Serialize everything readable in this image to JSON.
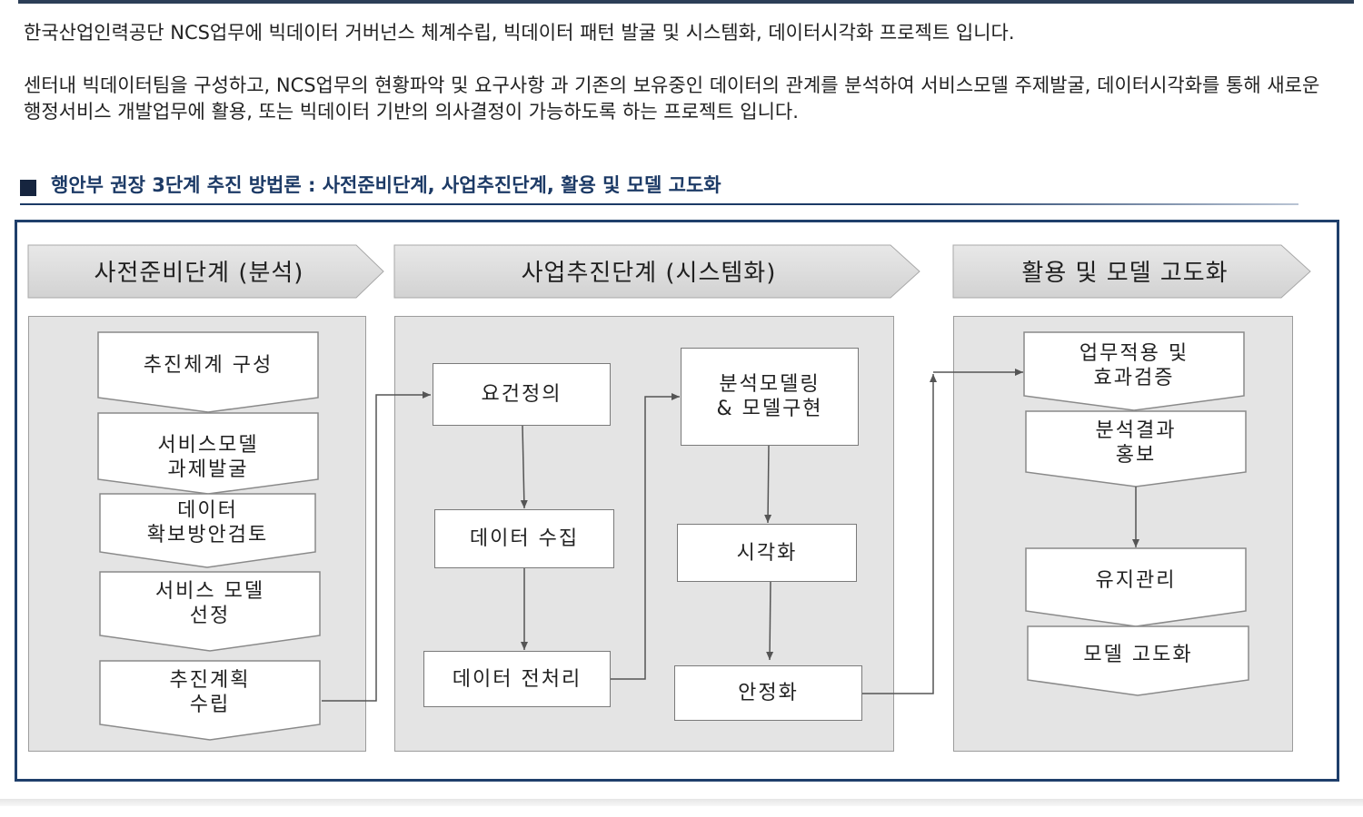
{
  "intro": {
    "paragraph1": "한국산업인력공단 NCS업무에 빅데이터 거버넌스 체계수립, 빅데이터 패턴 발굴 및 시스템화, 데이터시각화 프로젝트 입니다.",
    "paragraph2": "센터내 빅데이터팀을 구성하고, NCS업무의 현황파악 및 요구사항 과 기존의 보유중인 데이터의 관계를  분석하여 서비스모델 주제발굴, 데이터시각화를 통해 새로운 행정서비스 개발업무에 활용, 또는 빅데이터 기반의 의사결정이 가능하도록 하는 프로젝트 입니다."
  },
  "section": {
    "title": "행안부 권장 3단계 추진 방법론 : 사전준비단계, 사업추진단계, 활용 및 모델 고도화"
  },
  "stages": [
    {
      "title": "사전준비단계 (분석)"
    },
    {
      "title": "사업추진단계 (시스템화)"
    },
    {
      "title": "활용 및 모델 고도화"
    }
  ],
  "prep_steps": [
    "추진체계 구성",
    "서비스모델\n과제발굴",
    "데이터\n확보방안검토",
    "서비스 모델\n선정",
    "추진계획\n수립"
  ],
  "exec_left": [
    "요건정의",
    "데이터 수집",
    "데이터 전처리"
  ],
  "exec_right": [
    "분석모델링\n& 모델구현",
    "시각화",
    "안정화"
  ],
  "util_steps": [
    "업무적용 및\n효과검증",
    "분석결과\n홍보",
    "유지관리",
    "모델 고도화"
  ],
  "colors": {
    "frame": "#1f3f6b",
    "heading": "#1c3a66",
    "panel": "#e4e4e4",
    "stage": "#dcdcdc",
    "connector": "#555555"
  }
}
